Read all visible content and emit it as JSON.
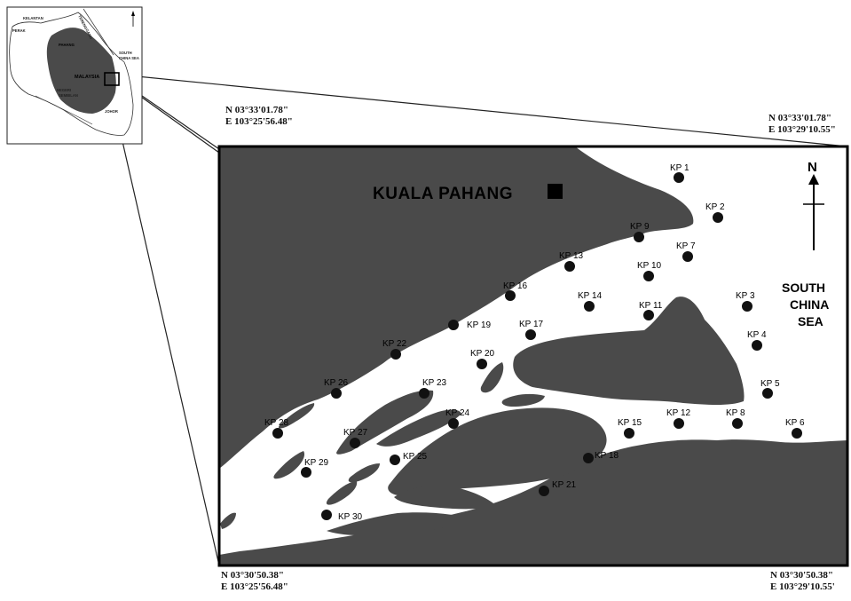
{
  "inset": {
    "labels": [
      {
        "key": "kelantan",
        "text": "KELANTAN"
      },
      {
        "key": "terengganu",
        "text": "TERENGGANU"
      },
      {
        "key": "perak",
        "text": "PERAK"
      },
      {
        "key": "pahang",
        "text": "PAHANG"
      },
      {
        "key": "malaysia",
        "text": "MALAYSIA"
      },
      {
        "key": "negeri",
        "text": "NEGERI"
      },
      {
        "key": "sembilan",
        "text": "SEMBILAN"
      },
      {
        "key": "south",
        "text": "SOUTH"
      },
      {
        "key": "china_sea",
        "text": "CHINA SEA"
      },
      {
        "key": "johor",
        "text": "JOHOR"
      }
    ]
  },
  "coordinates": {
    "top_left": [
      "N 03°33'01.78\"",
      "E 103°25'56.48\""
    ],
    "top_right": [
      "N 03°33'01.78\"",
      "E 103°29'10.55\""
    ],
    "bottom_left": [
      "N 03°30'50.38\"",
      "E 103°25'56.48\""
    ],
    "bottom_right": [
      "N 03°30'50.38\"",
      "E 103°29'10.55'"
    ]
  },
  "map": {
    "town_label": "KUALA PAHANG",
    "north_label": "N",
    "sea_label": [
      "SOUTH",
      "CHINA",
      "SEA"
    ],
    "colors": {
      "land": "#4a4a4a",
      "water": "#ffffff",
      "marker": "#111111"
    },
    "stations": [
      {
        "id": "KP 1"
      },
      {
        "id": "KP 2"
      },
      {
        "id": "KP 3"
      },
      {
        "id": "KP 4"
      },
      {
        "id": "KP 5"
      },
      {
        "id": "KP 6"
      },
      {
        "id": "KP 7"
      },
      {
        "id": "KP 8"
      },
      {
        "id": "KP 9"
      },
      {
        "id": "KP 10"
      },
      {
        "id": "KP 11"
      },
      {
        "id": "KP 12"
      },
      {
        "id": "KP 13"
      },
      {
        "id": "KP 14"
      },
      {
        "id": "KP 15"
      },
      {
        "id": "KP 16"
      },
      {
        "id": "KP 17"
      },
      {
        "id": "KP 18"
      },
      {
        "id": "KP 19"
      },
      {
        "id": "KP 20"
      },
      {
        "id": "KP 21"
      },
      {
        "id": "KP 22"
      },
      {
        "id": "KP 23"
      },
      {
        "id": "KP 24"
      },
      {
        "id": "KP 25"
      },
      {
        "id": "KP 26"
      },
      {
        "id": "KP 27"
      },
      {
        "id": "KP 28"
      },
      {
        "id": "KP 29"
      },
      {
        "id": "KP 30"
      }
    ]
  }
}
